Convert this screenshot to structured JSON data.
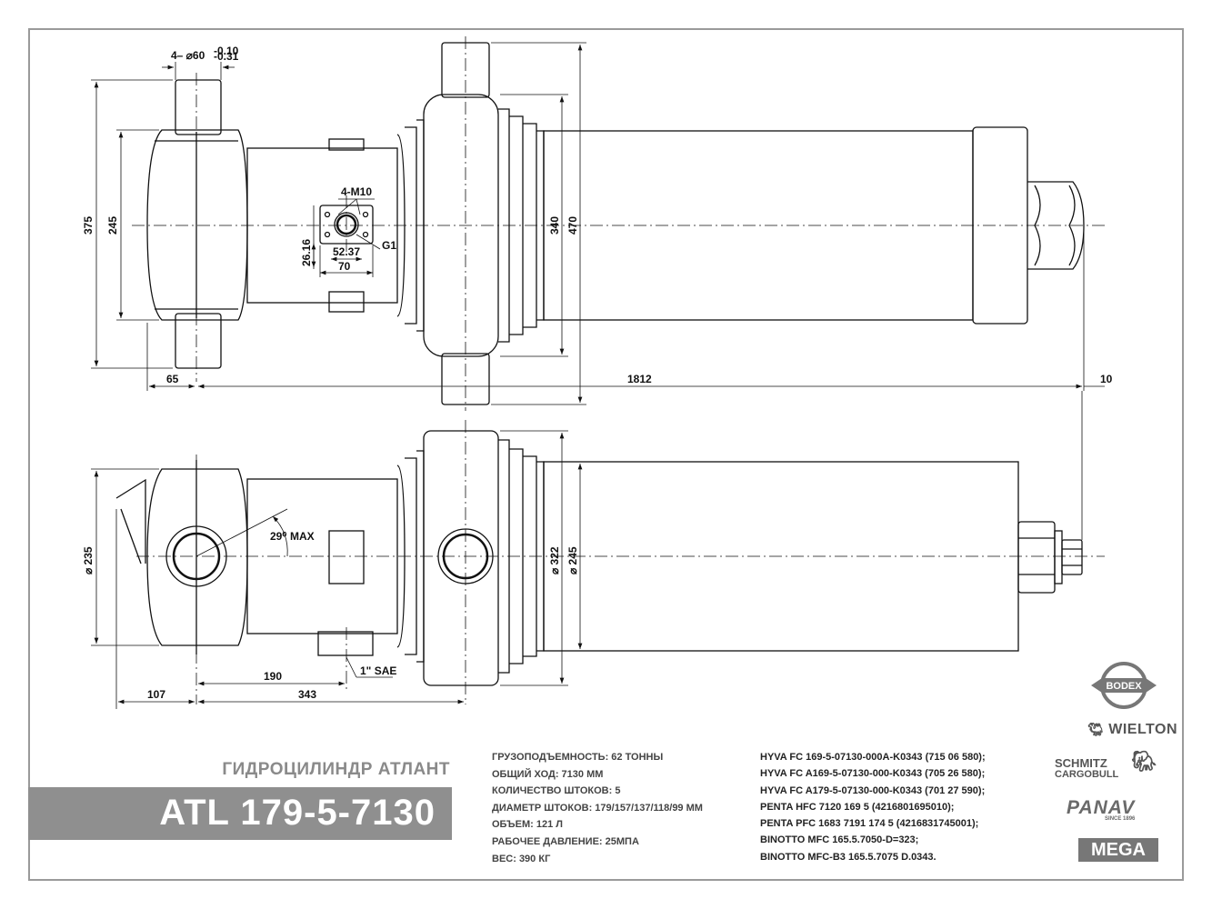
{
  "title": {
    "subtitle": "ГИДРОЦИЛИНДР АТЛАНТ",
    "model": "ATL 179-5-7130"
  },
  "specs": [
    "ГРУЗОПОДЪЕМНОСТЬ: 62 ТОННЫ",
    "ОБЩИЙ ХОД: 7130 ММ",
    "КОЛИЧЕСТВО ШТОКОВ: 5",
    "ДИАМЕТР ШТОКОВ: 179/157/137/118/99 ММ",
    "ОБЪЕМ: 121 Л",
    "РАБОЧЕЕ ДАВЛЕНИЕ: 25МПА",
    "ВЕС: 390 КГ"
  ],
  "compatible_models": [
    "HYVA FC 169-5-07130-000A-K0343 (715 06 580);",
    "HYVA FC A169-5-07130-000-K0343 (705 26 580);",
    "HYVA FC A179-5-07130-000-K0343 (701 27 590);",
    "PENTA HFC 7120 169 5 (4216801695010);",
    "PENTA PFC 1683 7191 174 5 (4216831745001);",
    "BINOTTO MFC 165.5.7050-D=323;",
    "BINOTTO MFC-B3 165.5.7075 D.0343."
  ],
  "brands": {
    "bodex": "BODEX",
    "wielton": "WIELTON",
    "schmitz_line1": "SCHMITZ",
    "schmitz_line2": "CARGOBULL",
    "panav": "PANAV",
    "panav_since": "SINCE 1896",
    "mega": "MEGA"
  },
  "dimensions": {
    "pin_dia": "4– ⌀60",
    "pin_tol_upper": "-0.10",
    "pin_tol_lower": "-0.31",
    "d375": "375",
    "d245": "245",
    "d340": "340",
    "d470": "470",
    "d65": "65",
    "d1812": "1812",
    "d10": "10",
    "port_thread": "4-M10",
    "port_g1": "G1",
    "d26_16": "26.16",
    "d52_37": "52.37",
    "d70": "70",
    "dia235": "⌀ 235",
    "angle29": "29⁰",
    "angle_max": "MAX",
    "dia322": "⌀ 322",
    "dia245": "⌀ 245",
    "d107": "107",
    "d190": "190",
    "d343": "343",
    "sae": "1\" SAE"
  },
  "colors": {
    "line": "#111111",
    "frame": "#9a9a9a",
    "banner": "#8f8f8f",
    "specs_text": "#444444"
  }
}
